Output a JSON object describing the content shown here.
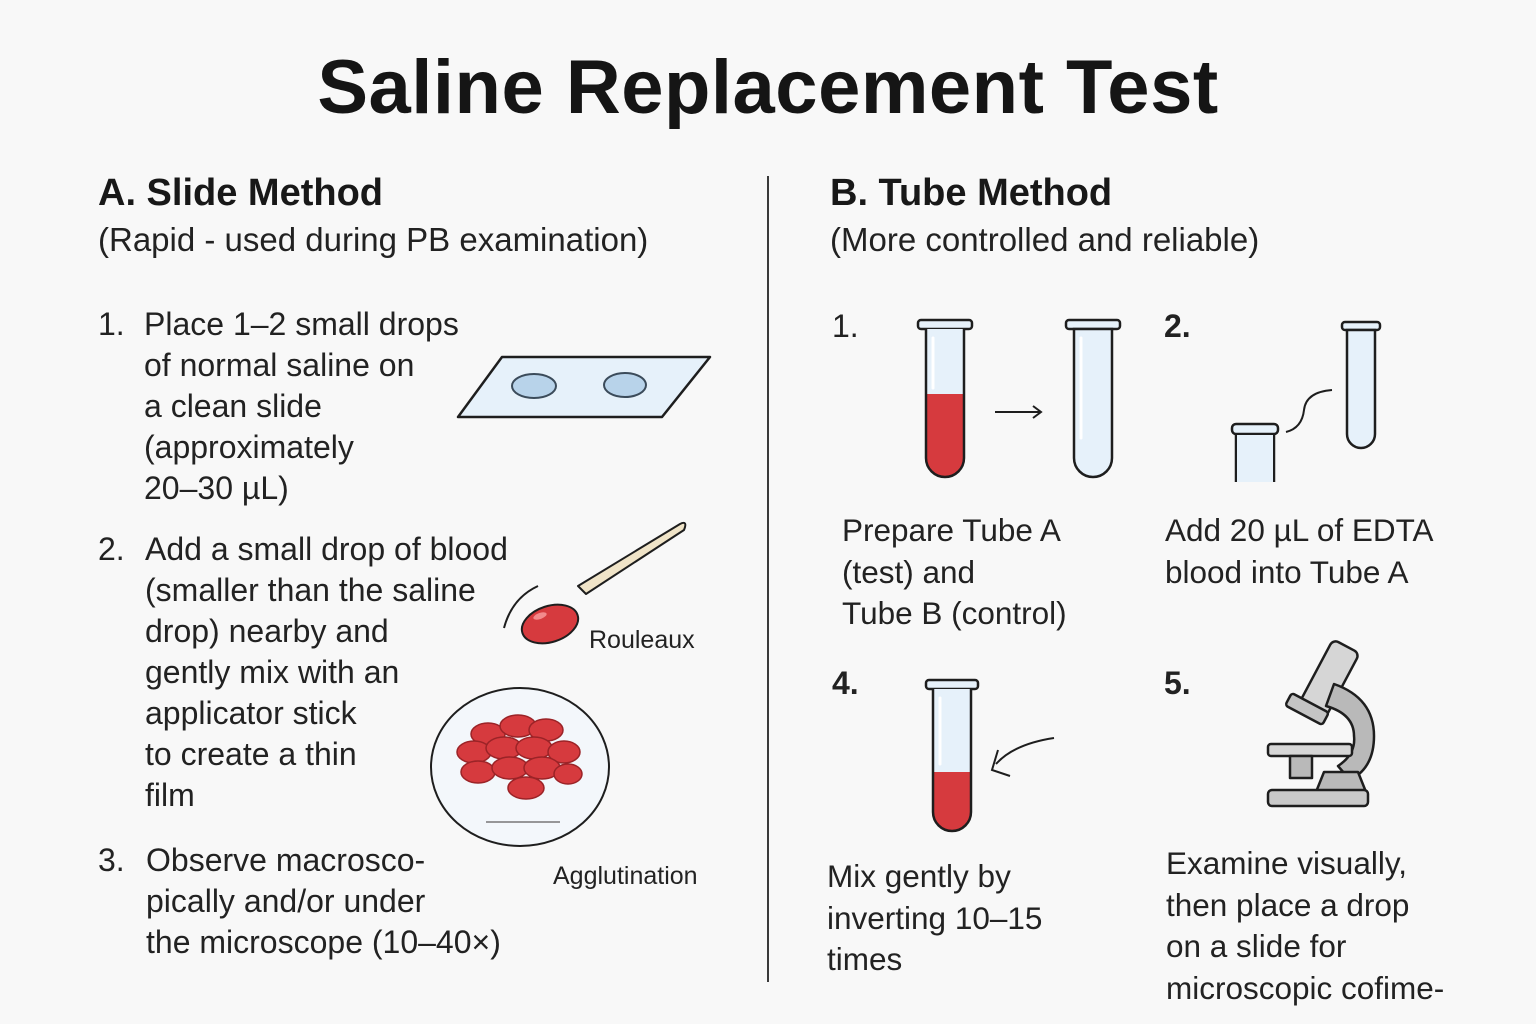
{
  "title": "Saline Replacement Test",
  "slide_method": {
    "heading": "A. Slide Method",
    "subheading": "(Rapid - used during PB examination)",
    "steps": [
      {
        "number": "1.",
        "text": "Place 1–2 small drops\nof normal saline on\na clean slide\n(approximately\n20–30 µL)"
      },
      {
        "number": "2.",
        "text": "Add a small drop of blood\n(smaller than the saline\ndrop) nearby and\ngently mix with an\napplicator stick\nto create a thin\nfilm"
      },
      {
        "number": "3.",
        "text": "Observe macrosco-\npically and/or under\nthe microscope (10–40×)"
      }
    ],
    "labels": {
      "rouleaux": "Rouleaux",
      "agglutination": "Agglutination"
    }
  },
  "tube_method": {
    "heading": "B. Tube Method",
    "subheading": "(More controlled and reliable)",
    "steps": [
      {
        "number": "1.",
        "caption": "Prepare Tube A\n(test) and\nTube B (control)"
      },
      {
        "number": "2.",
        "caption": "Add 20 µL of EDTA\nblood into Tube A"
      },
      {
        "number": "4.",
        "caption": "Mix gently by\ninverting 10–15\ntimes"
      },
      {
        "number": "5.",
        "caption": "Examine visually,\nthen place a drop\non a slide for\nmicroscopic cofime-"
      }
    ]
  },
  "colors": {
    "blood": "#d63a3e",
    "glass": "#e6f1fa",
    "outline": "#1e1e1e",
    "microscope": "#b9b9b9"
  }
}
